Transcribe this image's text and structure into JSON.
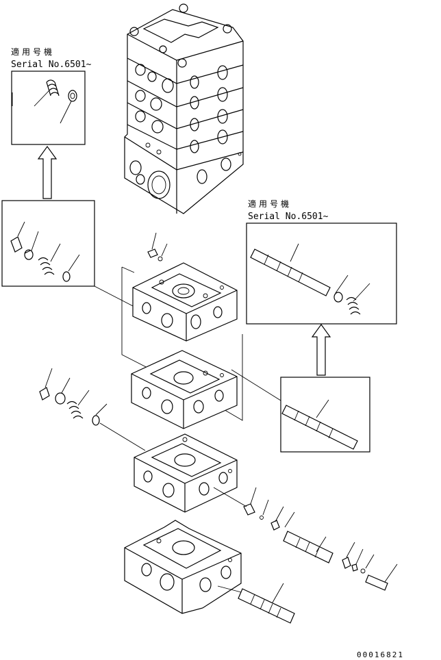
{
  "notes": [
    {
      "jp": "適用号機",
      "serial": "Serial No.6501~"
    },
    {
      "jp": "適用号機",
      "serial": "Serial No.6501~"
    }
  ],
  "document_number": "00016821"
}
